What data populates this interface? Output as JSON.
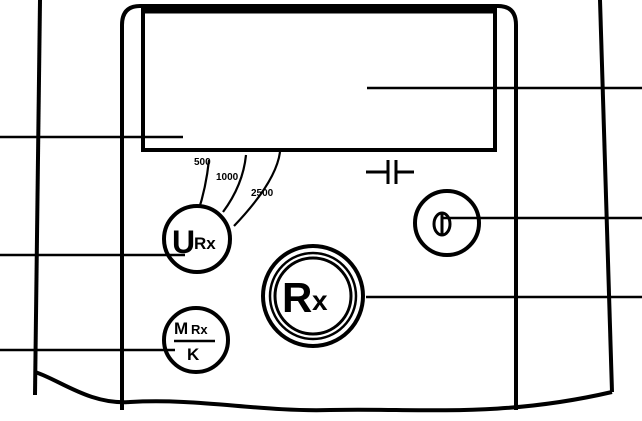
{
  "voltage_scale": {
    "ticks": [
      "500",
      "1000",
      "2500"
    ]
  },
  "buttons": {
    "urx": {
      "main": "U",
      "sub": "Rx"
    },
    "mrx": {
      "numerator_main": "M",
      "numerator_sub": "Rx",
      "denominator": "K"
    },
    "rx": {
      "main": "R",
      "sub": "x"
    }
  },
  "symbols": {
    "battery": "battery-icon",
    "power": "power-icon"
  }
}
